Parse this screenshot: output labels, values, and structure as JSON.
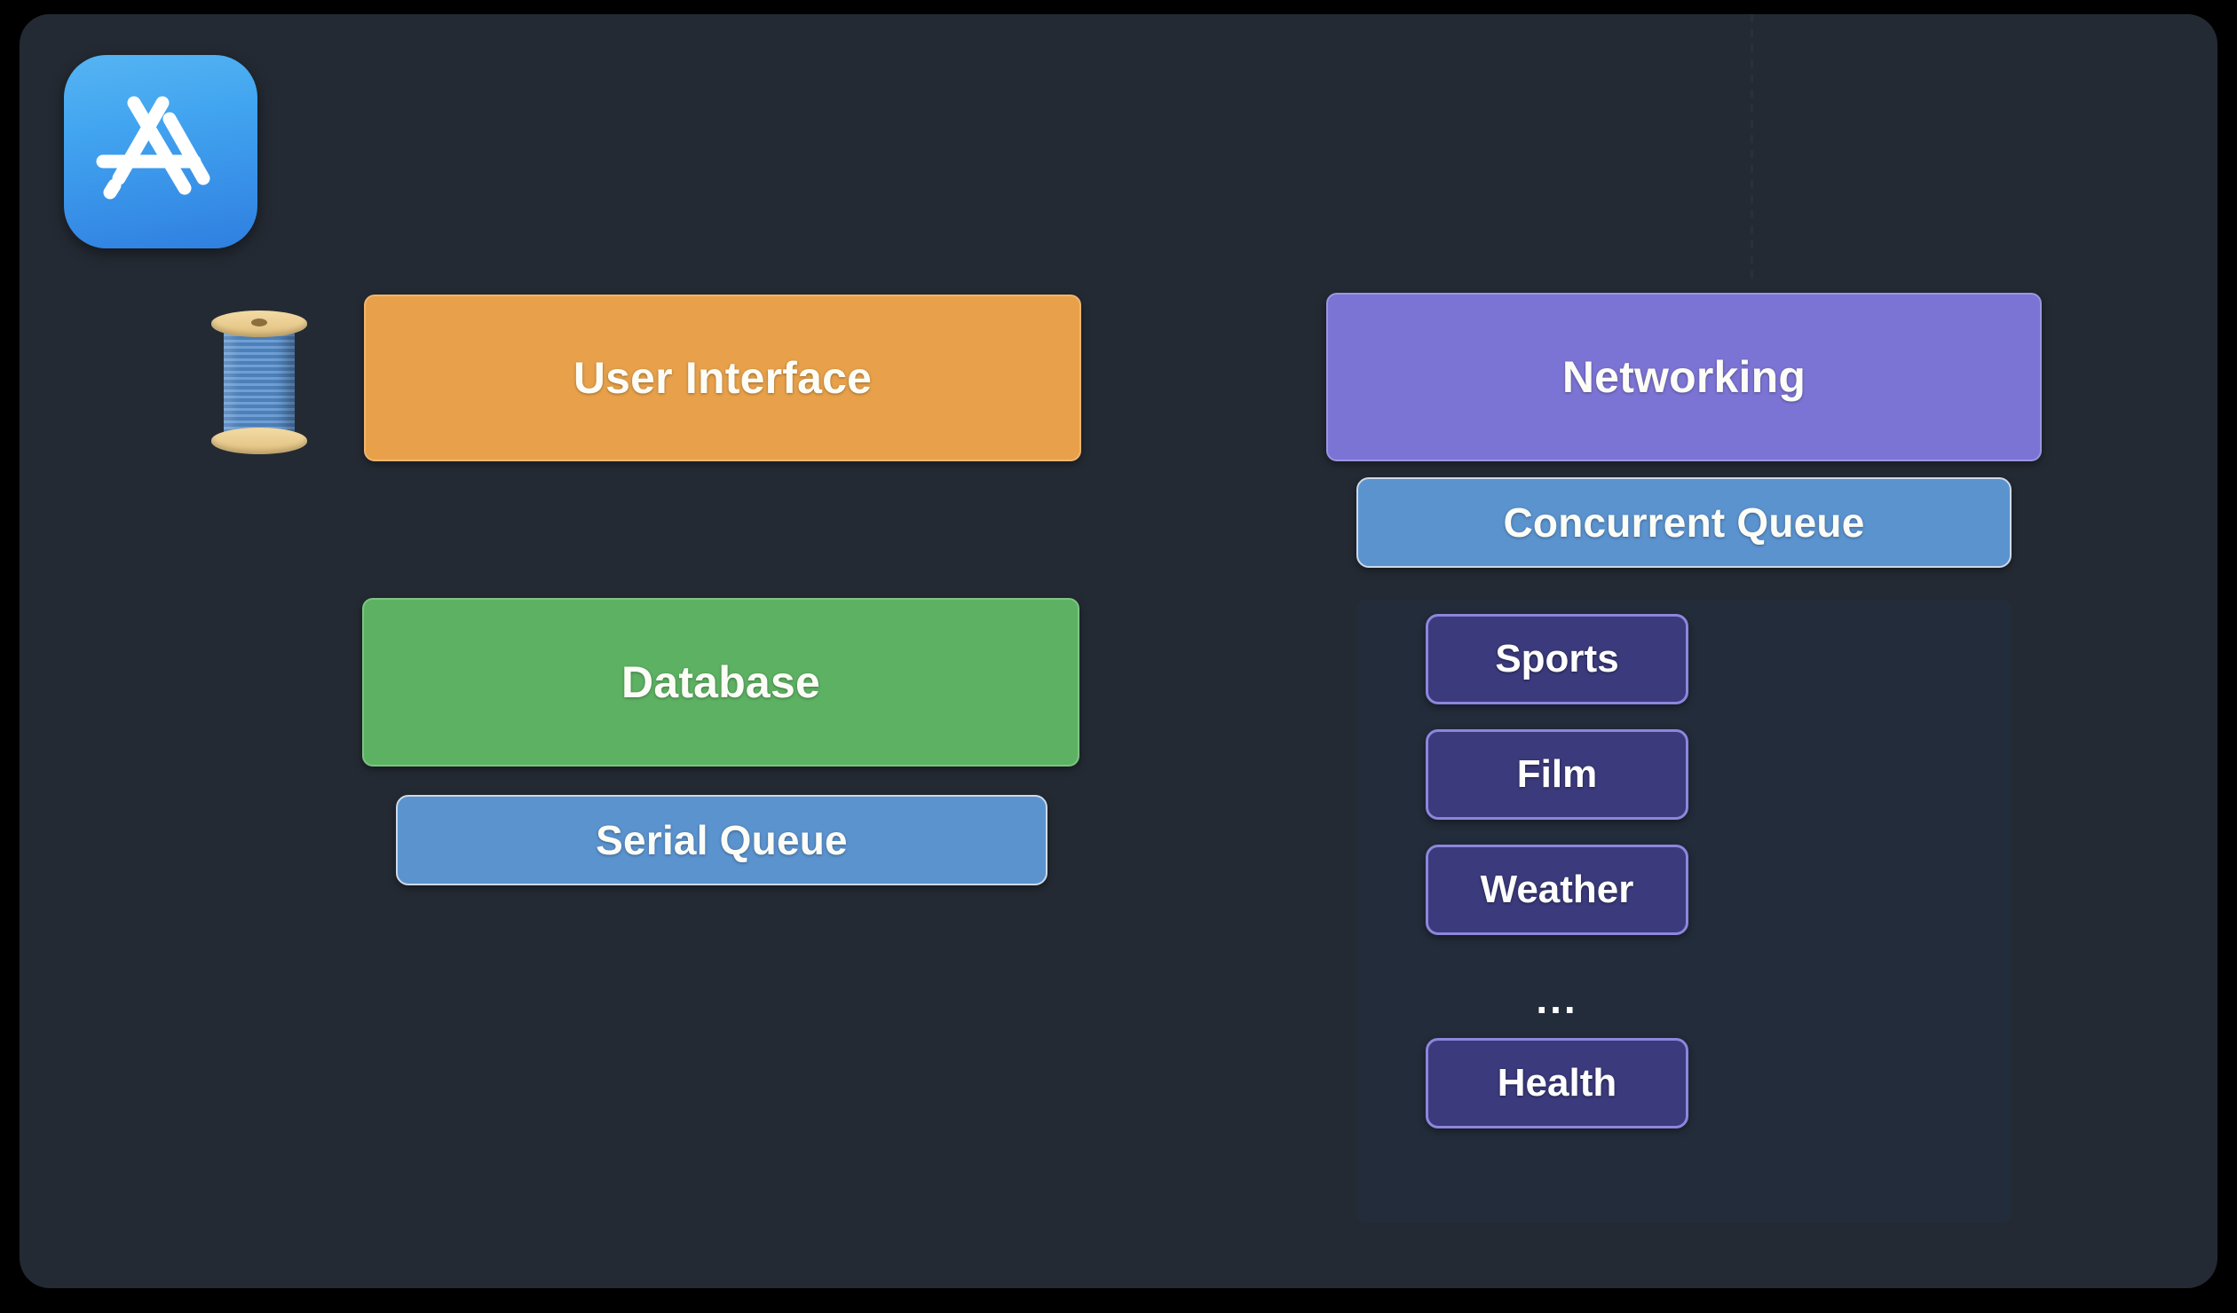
{
  "canvas": {
    "background_color": "#242a33",
    "frame_color": "#000000"
  },
  "icons": {
    "app_store": {
      "name": "app-store-icon",
      "label": "App Store",
      "color": "#42a5f0"
    },
    "thread_spool": {
      "name": "thread-spool-icon",
      "label": "Thread",
      "glyph": "🧵"
    }
  },
  "left_column": {
    "blocks": [
      {
        "label": "User Interface",
        "color": "#e8a14a",
        "kind": "work-item"
      },
      {
        "label": "Database",
        "color": "#5db163",
        "kind": "work-item"
      },
      {
        "label": "Serial Queue",
        "color": "#5b93cf",
        "kind": "queue"
      }
    ]
  },
  "right_column": {
    "blocks": [
      {
        "label": "Networking",
        "color": "#7c74d4",
        "kind": "work-item"
      },
      {
        "label": "Concurrent Queue",
        "color": "#5b93cf",
        "kind": "queue"
      }
    ],
    "tasks": {
      "panel_color": "#232c3a",
      "chip_color": "#3b3a7c",
      "chip_border_color": "#8d86dd",
      "items": [
        {
          "label": "Sports",
          "type": "task"
        },
        {
          "label": "Film",
          "type": "task"
        },
        {
          "label": "Weather",
          "type": "task"
        },
        {
          "label": "...",
          "type": "ellipsis"
        },
        {
          "label": "Health",
          "type": "task"
        }
      ]
    }
  }
}
